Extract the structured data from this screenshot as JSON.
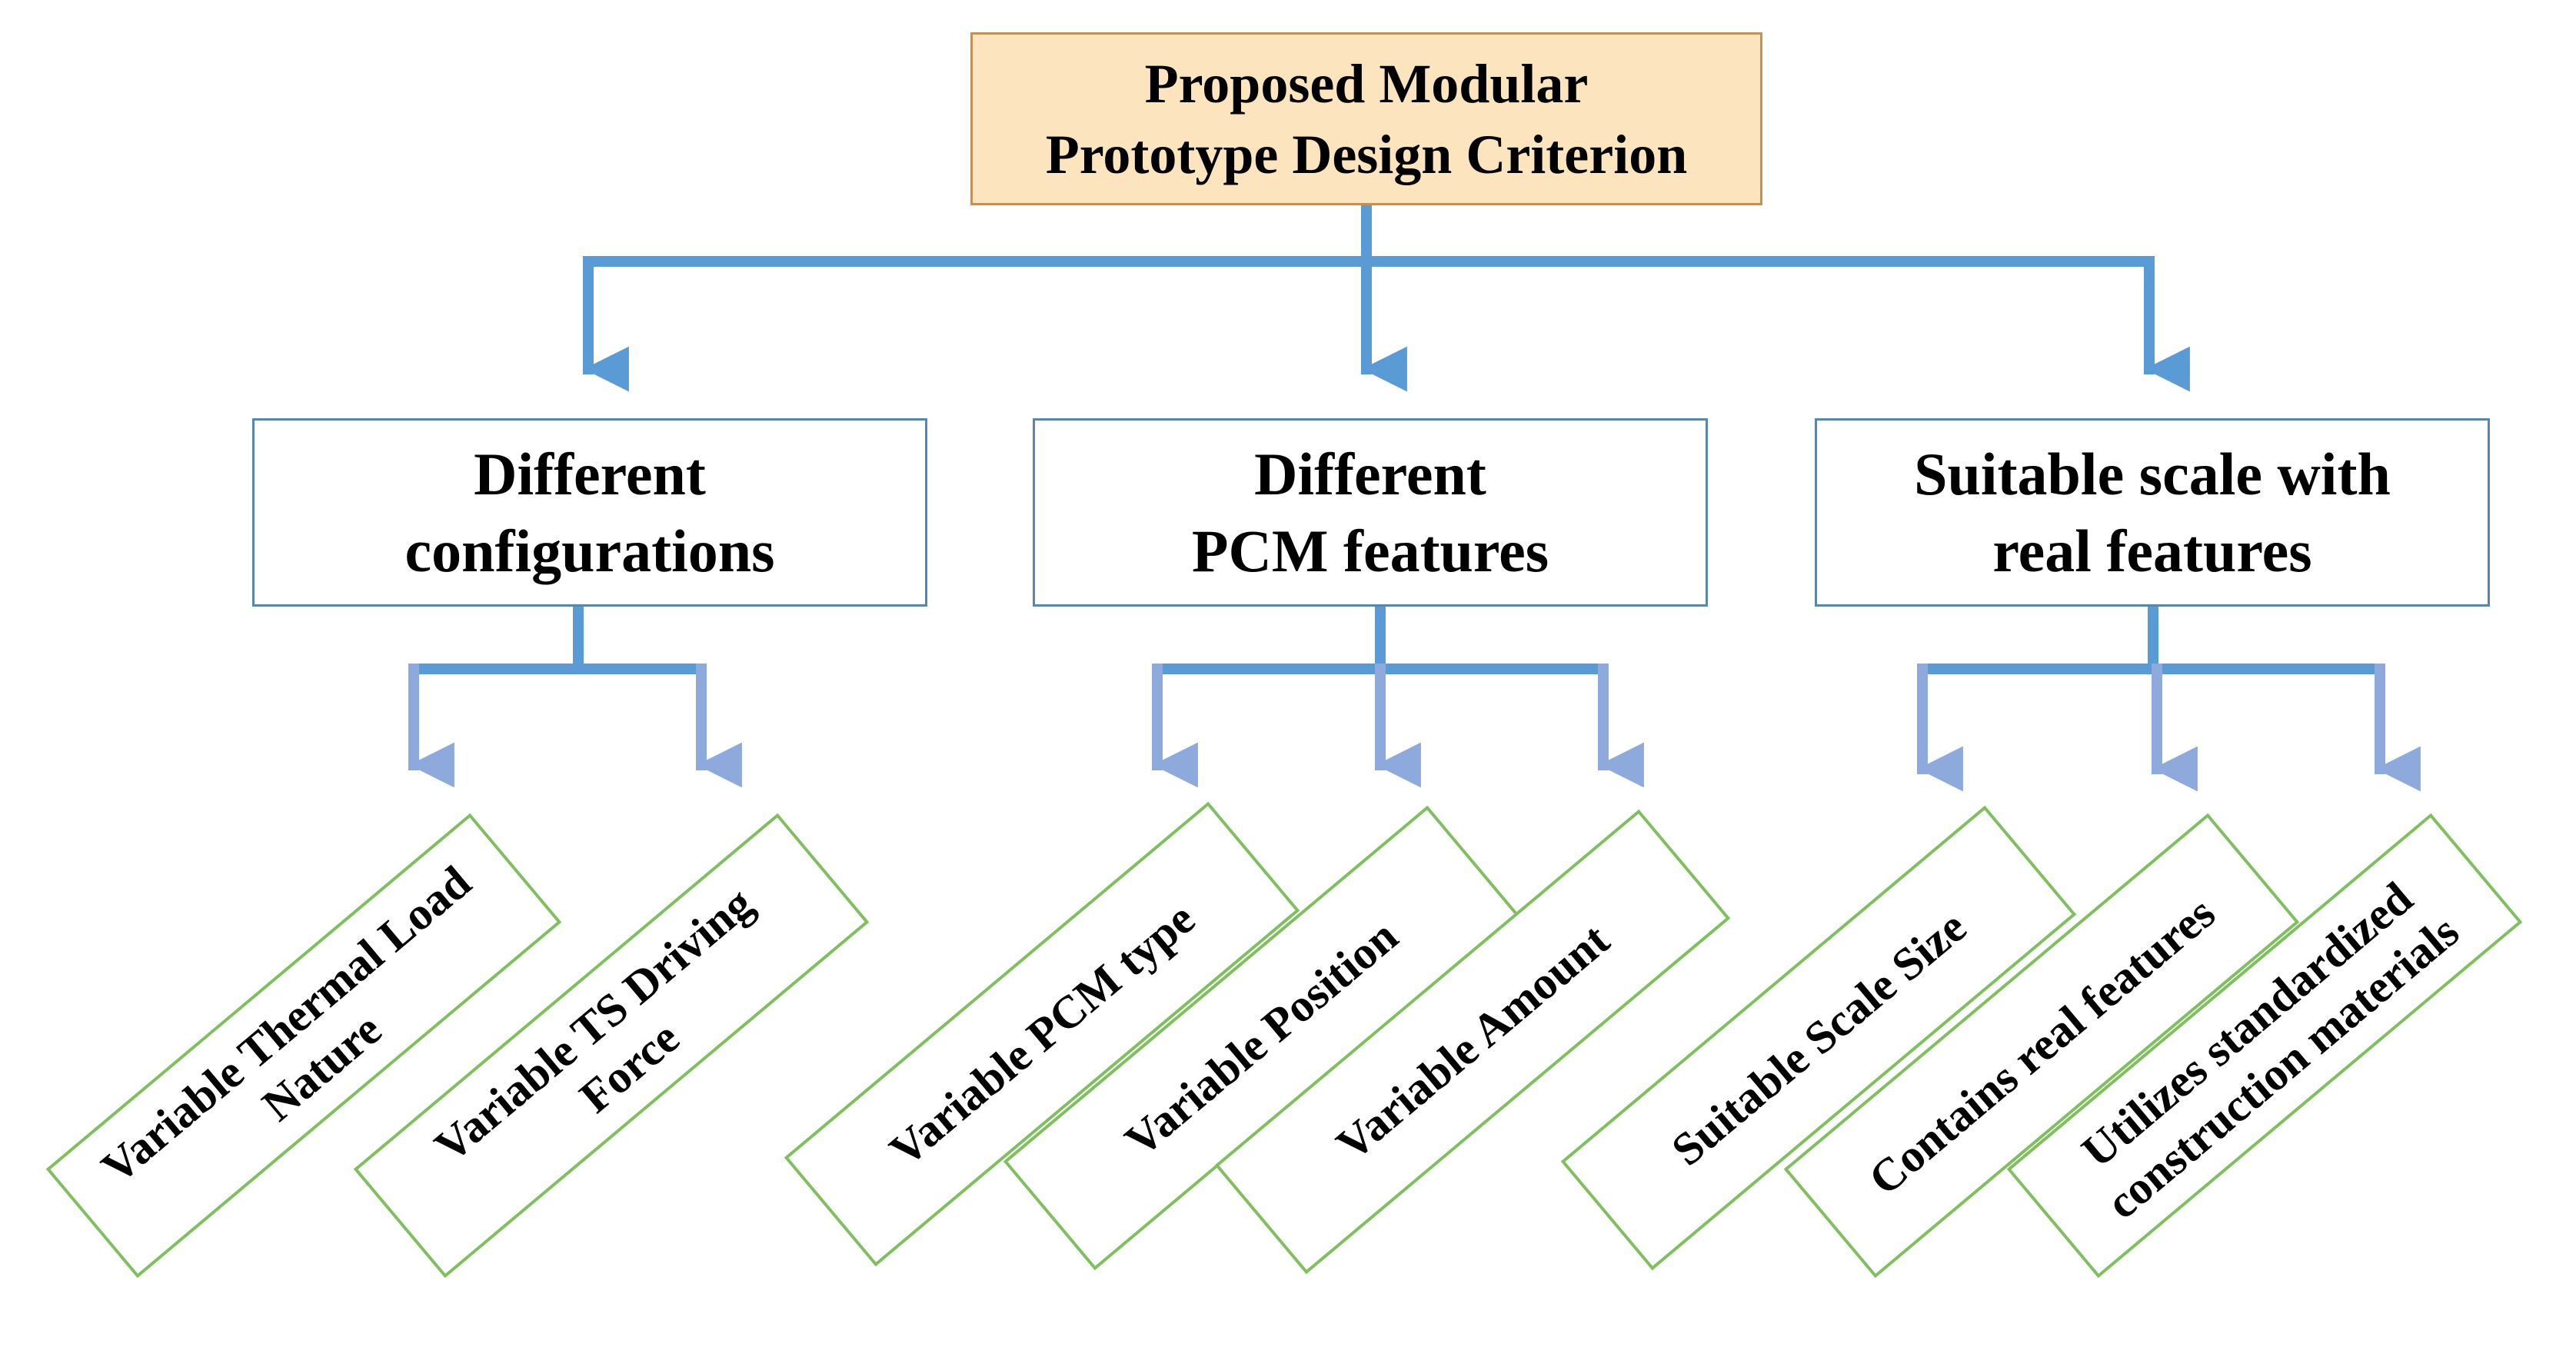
{
  "root": {
    "line1": "Proposed Modular",
    "line2": "Prototype Design Criterion"
  },
  "categories": [
    {
      "line1": "Different",
      "line2": "configurations"
    },
    {
      "line1": "Different",
      "line2": "PCM features"
    },
    {
      "line1": "Suitable scale with",
      "line2": "real features"
    }
  ],
  "leaves": [
    {
      "line1": "Variable Thermal Load",
      "line2": "Nature"
    },
    {
      "line1": "Variable TS Driving",
      "line2": "Force"
    },
    {
      "line1": "Variable PCM type",
      "line2": ""
    },
    {
      "line1": "Variable Position",
      "line2": ""
    },
    {
      "line1": "Variable Amount",
      "line2": ""
    },
    {
      "line1": "Suitable Scale Size",
      "line2": ""
    },
    {
      "line1": "Contains real features",
      "line2": ""
    },
    {
      "line1": "Utilizes standardized",
      "line2": "construction materials"
    }
  ],
  "colors": {
    "root_fill": "#fbe4be",
    "root_border": "#c0925a",
    "category_border": "#5b86a8",
    "leaf_border": "#7fbf5f",
    "main_arrow": "#5b9bd5",
    "sub_arrow": "#8ea9db"
  }
}
